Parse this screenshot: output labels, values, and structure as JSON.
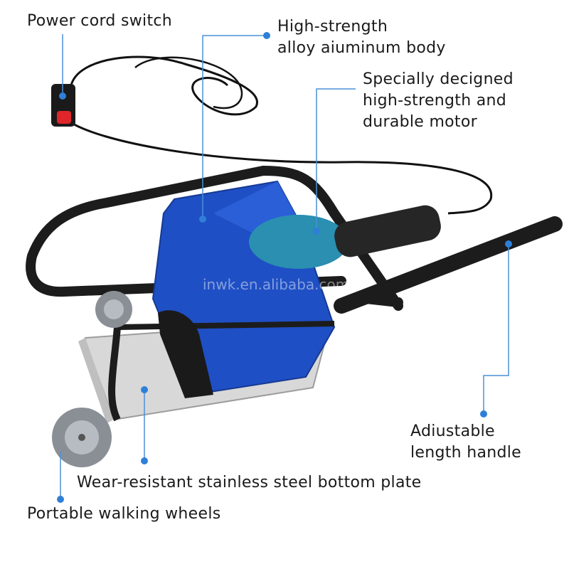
{
  "callouts": {
    "power_cord_switch": "Power cord switch",
    "body_line1": "High-strength",
    "body_line2": "alloy aiuminum body",
    "motor_line1": "Specially decigned",
    "motor_line2": "high-strength and",
    "motor_line3": "durable motor",
    "handle_line1": "Adiustable",
    "handle_line2": "length handle",
    "bottom_plate": "Wear-resistant stainless steel bottom plate",
    "wheels": "Portable walking wheels"
  },
  "watermark": "inwk.en.alibaba.com",
  "colors": {
    "callout_line": "#4a90d9",
    "callout_dot": "#2f7fd8",
    "body_blue": "#1f4fc4",
    "frame_black": "#1c1c1c",
    "plate_steel": "#d8d8d8",
    "motor_teal": "#2a8fb0",
    "switch_red": "#e0262b"
  }
}
